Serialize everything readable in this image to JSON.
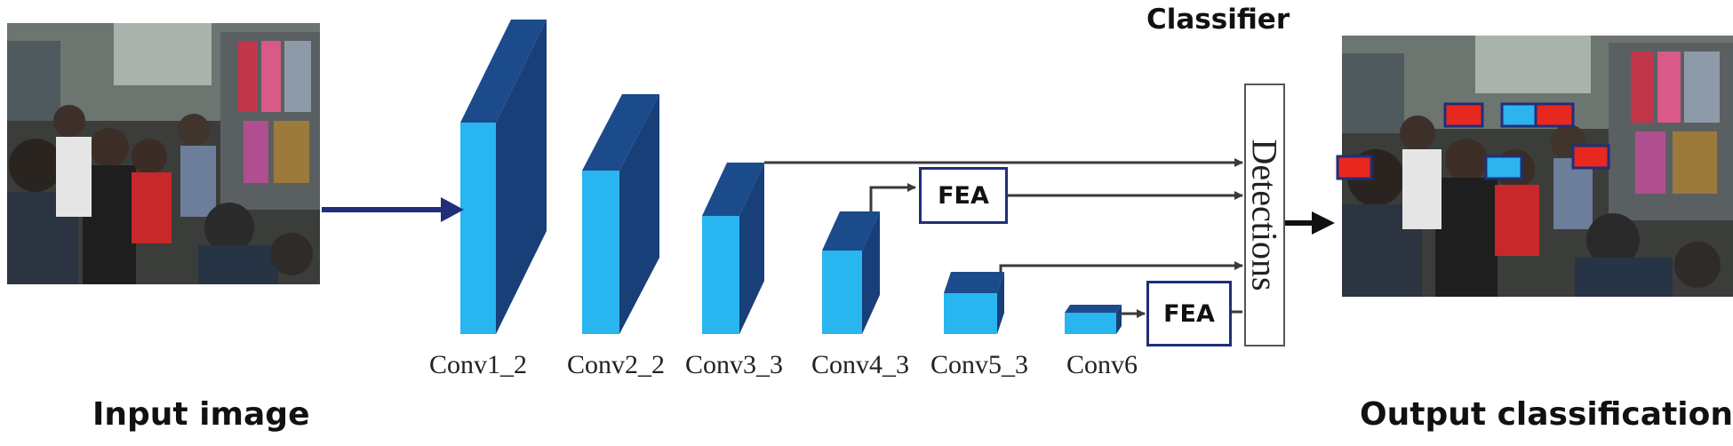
{
  "captions": {
    "input": "Input image",
    "output": "Output classification",
    "classifier": "Classifier"
  },
  "layers": [
    {
      "id": "conv1",
      "label": "Conv1_2"
    },
    {
      "id": "conv2",
      "label": "Conv2_2"
    },
    {
      "id": "conv3",
      "label": "Conv3_3"
    },
    {
      "id": "conv4",
      "label": "Conv4_3"
    },
    {
      "id": "conv5",
      "label": "Conv5_3"
    },
    {
      "id": "conv6",
      "label": "Conv6"
    }
  ],
  "fea_modules": [
    {
      "label": "FEA"
    },
    {
      "label": "FEA"
    }
  ],
  "detections_label": "Detections",
  "colors": {
    "block_front": "#29b6f0",
    "block_dark": "#1c4b8c",
    "arrow": "#1f2f7a",
    "box_red": "#e8271f",
    "box_blue": "#2db3ee"
  }
}
